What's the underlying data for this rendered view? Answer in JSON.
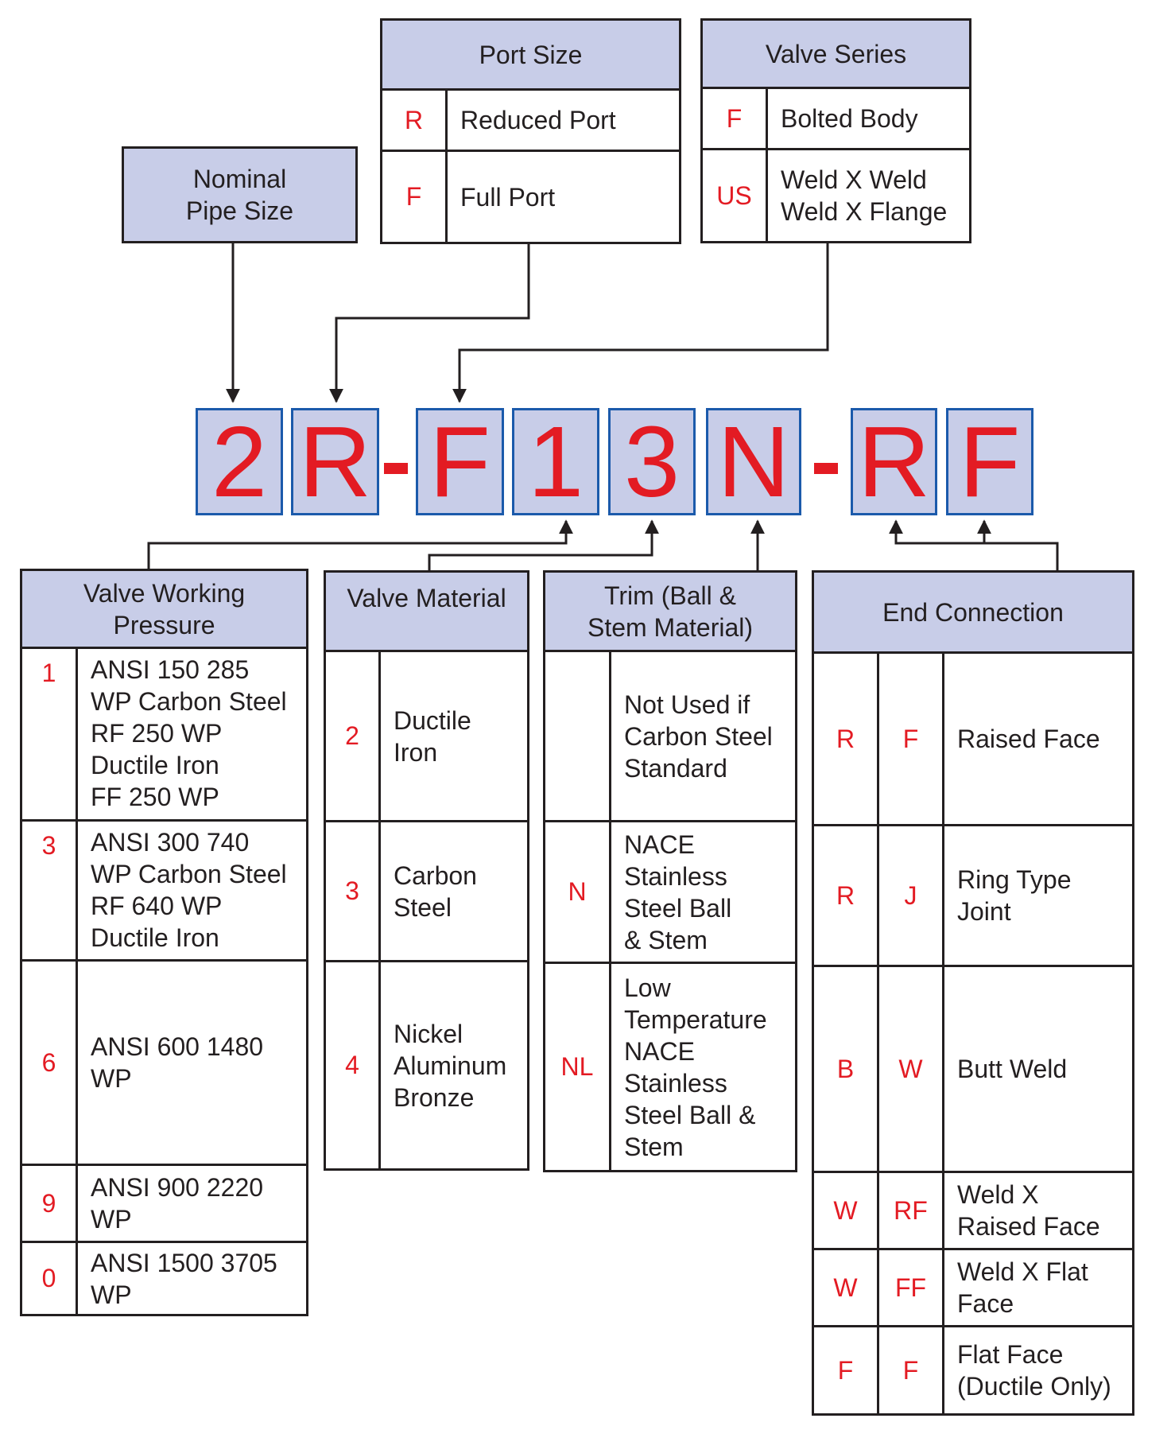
{
  "nominal": {
    "title": "Nominal\nPipe Size"
  },
  "port": {
    "title": "Port Size",
    "rows": [
      {
        "code": "R",
        "desc": "Reduced Port"
      },
      {
        "code": "F",
        "desc": "Full Port"
      }
    ]
  },
  "series": {
    "title": "Valve Series",
    "rows": [
      {
        "code": "F",
        "desc": "Bolted Body"
      },
      {
        "code": "US",
        "desc": "Weld X Weld\nWeld X Flange"
      }
    ]
  },
  "model": {
    "chars": [
      "2",
      "R",
      "F",
      "1",
      "3",
      "N",
      "R",
      "F"
    ],
    "separator": "-"
  },
  "pressure": {
    "title": "Valve Working\nPressure",
    "rows": [
      {
        "code": "1",
        "desc": "ANSI 150 285\nWP Carbon Steel\nRF 250 WP\nDuctile Iron\nFF 250 WP"
      },
      {
        "code": "3",
        "desc": "ANSI 300 740\nWP Carbon Steel\nRF 640 WP\nDuctile Iron"
      },
      {
        "code": "6",
        "desc": "ANSI 600 1480\nWP"
      },
      {
        "code": "9",
        "desc": "ANSI 900 2220\nWP"
      },
      {
        "code": "0",
        "desc": "ANSI 1500 3705\nWP"
      }
    ]
  },
  "material": {
    "title": "Valve Material",
    "rows": [
      {
        "code": "2",
        "desc": "Ductile\nIron"
      },
      {
        "code": "3",
        "desc": "Carbon\nSteel"
      },
      {
        "code": "4",
        "desc": "Nickel\nAluminum\nBronze"
      }
    ]
  },
  "trim": {
    "title": "Trim (Ball &\nStem Material)",
    "rows": [
      {
        "code": "",
        "desc": "Not Used if\nCarbon Steel\nStandard"
      },
      {
        "code": "N",
        "desc": "NACE\nStainless\nSteel Ball\n& Stem"
      },
      {
        "code": "NL",
        "desc": "Low\nTemperature\nNACE\nStainless\nSteel Ball &\nStem"
      }
    ]
  },
  "end": {
    "title": "End Connection",
    "rows": [
      {
        "c1": "R",
        "c2": "F",
        "desc": "Raised Face"
      },
      {
        "c1": "R",
        "c2": "J",
        "desc": "Ring Type\nJoint"
      },
      {
        "c1": "B",
        "c2": "W",
        "desc": "Butt Weld"
      },
      {
        "c1": "W",
        "c2": "RF",
        "desc": "Weld X\nRaised Face"
      },
      {
        "c1": "W",
        "c2": "FF",
        "desc": "Weld X Flat\nFace"
      },
      {
        "c1": "F",
        "c2": "F",
        "desc": "Flat Face\n(Ductile Only)"
      }
    ]
  }
}
